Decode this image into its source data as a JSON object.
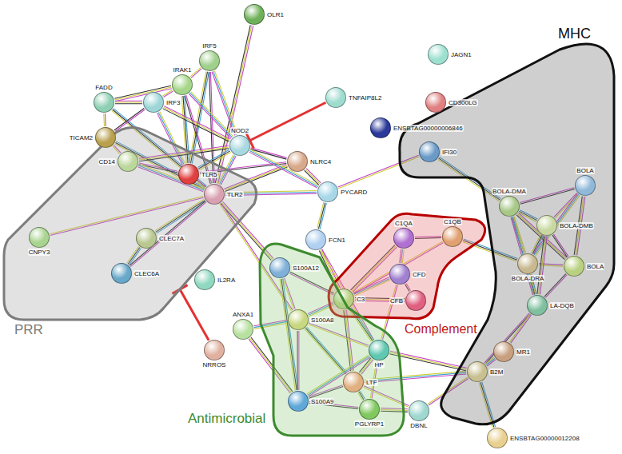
{
  "diagram": {
    "nodes": [
      {
        "text": [
          "OLR1"
        ]
      },
      {
        "text": [
          "IRF5"
        ]
      },
      {
        "text": [
          "IRAK1"
        ]
      },
      {
        "text": [
          "FADD"
        ]
      },
      {
        "text": [
          "IRF3"
        ]
      },
      {
        "text": [
          "TICAM2"
        ]
      },
      {
        "text": [
          "TNFAIP8L2"
        ]
      },
      {
        "text": [
          "NOD2"
        ]
      },
      {
        "text": [
          "NLRC4"
        ]
      },
      {
        "text": [
          "JAGN1"
        ]
      },
      {
        "text": [
          "CD300LG"
        ]
      },
      {
        "text": [
          "ENSBTAG00000006846"
        ]
      },
      {
        "text": [
          "PYCARD"
        ]
      },
      {
        "text": [
          "IL2RA"
        ]
      },
      {
        "text": [
          "NRROS"
        ]
      },
      {
        "text": [
          "FCN1"
        ]
      },
      {
        "text": [
          "DBNL"
        ]
      },
      {
        "text": [
          "ENSBTAG00000012208"
        ]
      },
      {
        "text": [
          "PRR"
        ]
      },
      {
        "text": [
          "CD14"
        ],
        "in": 18
      },
      {
        "text": [
          "TLR5"
        ],
        "in": 18
      },
      {
        "text": [
          "TLR2"
        ],
        "in": 18
      },
      {
        "text": [
          "CNPY3"
        ],
        "in": 18
      },
      {
        "text": [
          "CLEC7A"
        ],
        "in": 18
      },
      {
        "text": [
          "CLEC6A"
        ],
        "in": 18
      },
      {
        "text": [
          "MHC"
        ]
      },
      {
        "text": [
          "IFI30"
        ],
        "in": 25
      },
      {
        "text": [
          "BOLA-DMA"
        ],
        "in": 25
      },
      {
        "text": [
          "BOLA-DMB"
        ],
        "in": 25
      },
      {
        "text": [
          "BOLA"
        ],
        "in": 25
      },
      {
        "text": [
          "BOLA-DRA"
        ],
        "in": 25
      },
      {
        "text": [
          "BOLA"
        ],
        "in": 25
      },
      {
        "text": [
          "LA-DQB"
        ],
        "in": 25
      },
      {
        "text": [
          "MR1"
        ],
        "in": 25
      },
      {
        "text": [
          "B2M"
        ],
        "in": 25
      },
      {
        "text": [
          "Complement"
        ]
      },
      {
        "text": [
          "C1QA"
        ],
        "in": 35
      },
      {
        "text": [
          "C1QB"
        ],
        "in": 35
      },
      {
        "text": [
          "CFD"
        ],
        "in": 35
      },
      {
        "text": [
          "CFB"
        ],
        "in": 35
      },
      {
        "text": [
          "C3"
        ],
        "in": 35
      },
      {
        "text": [
          "Antimicrobial"
        ]
      },
      {
        "text": [
          "S100A12"
        ],
        "in": 41
      },
      {
        "text": [
          "S100A8"
        ],
        "in": 41
      },
      {
        "text": [
          "ANXA1"
        ],
        "in": 41
      },
      {
        "text": [
          "HP"
        ],
        "in": 41
      },
      {
        "text": [
          "LTF"
        ],
        "in": 41
      },
      {
        "text": [
          "S100A9"
        ],
        "in": 41
      },
      {
        "text": [
          "PGLYRP1"
        ],
        "in": 41
      }
    ],
    "edges": [
      {
        "from": 0,
        "to": 21,
        "arrow": "none"
      },
      {
        "from": 1,
        "to": 2,
        "arrow": "none"
      },
      {
        "from": 1,
        "to": 20,
        "arrow": "none"
      },
      {
        "from": 1,
        "to": 21,
        "arrow": "none"
      },
      {
        "from": 1,
        "to": 7,
        "arrow": "none"
      },
      {
        "from": 2,
        "to": 3,
        "arrow": "none"
      },
      {
        "from": 2,
        "to": 4,
        "arrow": "none"
      },
      {
        "from": 2,
        "to": 20,
        "arrow": "none"
      },
      {
        "from": 2,
        "to": 21,
        "arrow": "none"
      },
      {
        "from": 2,
        "to": 7,
        "arrow": "none"
      },
      {
        "from": 3,
        "to": 4,
        "arrow": "none"
      },
      {
        "from": 3,
        "to": 5,
        "arrow": "none"
      },
      {
        "from": 3,
        "to": 21,
        "arrow": "none"
      },
      {
        "from": 4,
        "to": 5,
        "arrow": "none"
      },
      {
        "from": 4,
        "to": 20,
        "arrow": "none"
      },
      {
        "from": 4,
        "to": 7,
        "arrow": "none"
      },
      {
        "from": 5,
        "to": 19,
        "arrow": "none"
      },
      {
        "from": 5,
        "to": 21,
        "arrow": "none"
      },
      {
        "from": 19,
        "to": 20,
        "arrow": "none"
      },
      {
        "from": 19,
        "to": 21,
        "arrow": "none"
      },
      {
        "from": 19,
        "to": 7,
        "arrow": "none"
      },
      {
        "from": 20,
        "to": 21,
        "arrow": "none"
      },
      {
        "from": 20,
        "to": 7,
        "arrow": "none"
      },
      {
        "from": 20,
        "to": 8,
        "arrow": "none"
      },
      {
        "from": 21,
        "to": 7,
        "arrow": "none"
      },
      {
        "from": 21,
        "to": 8,
        "arrow": "none"
      },
      {
        "from": 21,
        "to": 22,
        "arrow": "none"
      },
      {
        "from": 21,
        "to": 23,
        "arrow": "none"
      },
      {
        "from": 21,
        "to": 24,
        "arrow": "none"
      },
      {
        "from": 21,
        "to": 12,
        "arrow": "none"
      },
      {
        "from": 21,
        "to": 42,
        "arrow": "none"
      },
      {
        "from": 21,
        "to": 43,
        "arrow": "none"
      },
      {
        "from": 23,
        "to": 24,
        "arrow": "none"
      },
      {
        "from": 7,
        "to": 8,
        "arrow": "none"
      },
      {
        "from": 7,
        "to": 12,
        "arrow": "none"
      },
      {
        "from": 8,
        "to": 12,
        "arrow": "none"
      },
      {
        "from": 12,
        "to": 26,
        "arrow": "none"
      },
      {
        "from": 12,
        "to": 15,
        "arrow": "none"
      },
      {
        "from": 6,
        "to": 7,
        "arrow": "to"
      },
      {
        "from": 14,
        "to": 18,
        "arrow": "to"
      },
      {
        "from": 15,
        "to": 40,
        "arrow": "none"
      },
      {
        "from": 15,
        "to": 45,
        "arrow": "none"
      },
      {
        "from": 26,
        "to": 27,
        "arrow": "none"
      },
      {
        "from": 36,
        "to": 37,
        "arrow": "none"
      },
      {
        "from": 36,
        "to": 38,
        "arrow": "none"
      },
      {
        "from": 36,
        "to": 40,
        "arrow": "none"
      },
      {
        "from": 37,
        "to": 40,
        "arrow": "none"
      },
      {
        "from": 37,
        "to": 30,
        "arrow": "none"
      },
      {
        "from": 38,
        "to": 39,
        "arrow": "none"
      },
      {
        "from": 38,
        "to": 40,
        "arrow": "none"
      },
      {
        "from": 39,
        "to": 40,
        "arrow": "none"
      },
      {
        "from": 38,
        "to": 45,
        "arrow": "none"
      },
      {
        "from": 40,
        "to": 45,
        "arrow": "none"
      },
      {
        "from": 40,
        "to": 42,
        "arrow": "none"
      },
      {
        "from": 40,
        "to": 43,
        "arrow": "none"
      },
      {
        "from": 40,
        "to": 46,
        "arrow": "none"
      },
      {
        "from": 42,
        "to": 43,
        "arrow": "none"
      },
      {
        "from": 42,
        "to": 47,
        "arrow": "none"
      },
      {
        "from": 43,
        "to": 47,
        "arrow": "none"
      },
      {
        "from": 43,
        "to": 44,
        "arrow": "none"
      },
      {
        "from": 47,
        "to": 44,
        "arrow": "none"
      },
      {
        "from": 43,
        "to": 45,
        "arrow": "none"
      },
      {
        "from": 43,
        "to": 46,
        "arrow": "none"
      },
      {
        "from": 47,
        "to": 46,
        "arrow": "none"
      },
      {
        "from": 47,
        "to": 45,
        "arrow": "none"
      },
      {
        "from": 45,
        "to": 46,
        "arrow": "none"
      },
      {
        "from": 45,
        "to": 48,
        "arrow": "none"
      },
      {
        "from": 46,
        "to": 48,
        "arrow": "none"
      },
      {
        "from": 47,
        "to": 48,
        "arrow": "none"
      },
      {
        "from": 46,
        "to": 34,
        "arrow": "none"
      },
      {
        "from": 45,
        "to": 34,
        "arrow": "none"
      },
      {
        "from": 34,
        "to": 16,
        "arrow": "none"
      },
      {
        "from": 34,
        "to": 17,
        "arrow": "none"
      },
      {
        "from": 34,
        "to": 32,
        "arrow": "none"
      },
      {
        "from": 34,
        "to": 33,
        "arrow": "none"
      },
      {
        "from": 48,
        "to": 16,
        "arrow": "none"
      },
      {
        "from": 46,
        "to": 16,
        "arrow": "none"
      },
      {
        "from": 27,
        "to": 28,
        "arrow": "none"
      },
      {
        "from": 27,
        "to": 29,
        "arrow": "none"
      },
      {
        "from": 27,
        "to": 30,
        "arrow": "none"
      },
      {
        "from": 27,
        "to": 31,
        "arrow": "none"
      },
      {
        "from": 28,
        "to": 29,
        "arrow": "none"
      },
      {
        "from": 28,
        "to": 30,
        "arrow": "none"
      },
      {
        "from": 28,
        "to": 31,
        "arrow": "none"
      },
      {
        "from": 29,
        "to": 30,
        "arrow": "none"
      },
      {
        "from": 29,
        "to": 31,
        "arrow": "none"
      },
      {
        "from": 30,
        "to": 31,
        "arrow": "none"
      },
      {
        "from": 30,
        "to": 32,
        "arrow": "none"
      },
      {
        "from": 31,
        "to": 32,
        "arrow": "none"
      },
      {
        "from": 27,
        "to": 32,
        "arrow": "none"
      },
      {
        "from": 28,
        "to": 32,
        "arrow": "none"
      },
      {
        "from": 32,
        "to": 33,
        "arrow": "none"
      }
    ]
  }
}
